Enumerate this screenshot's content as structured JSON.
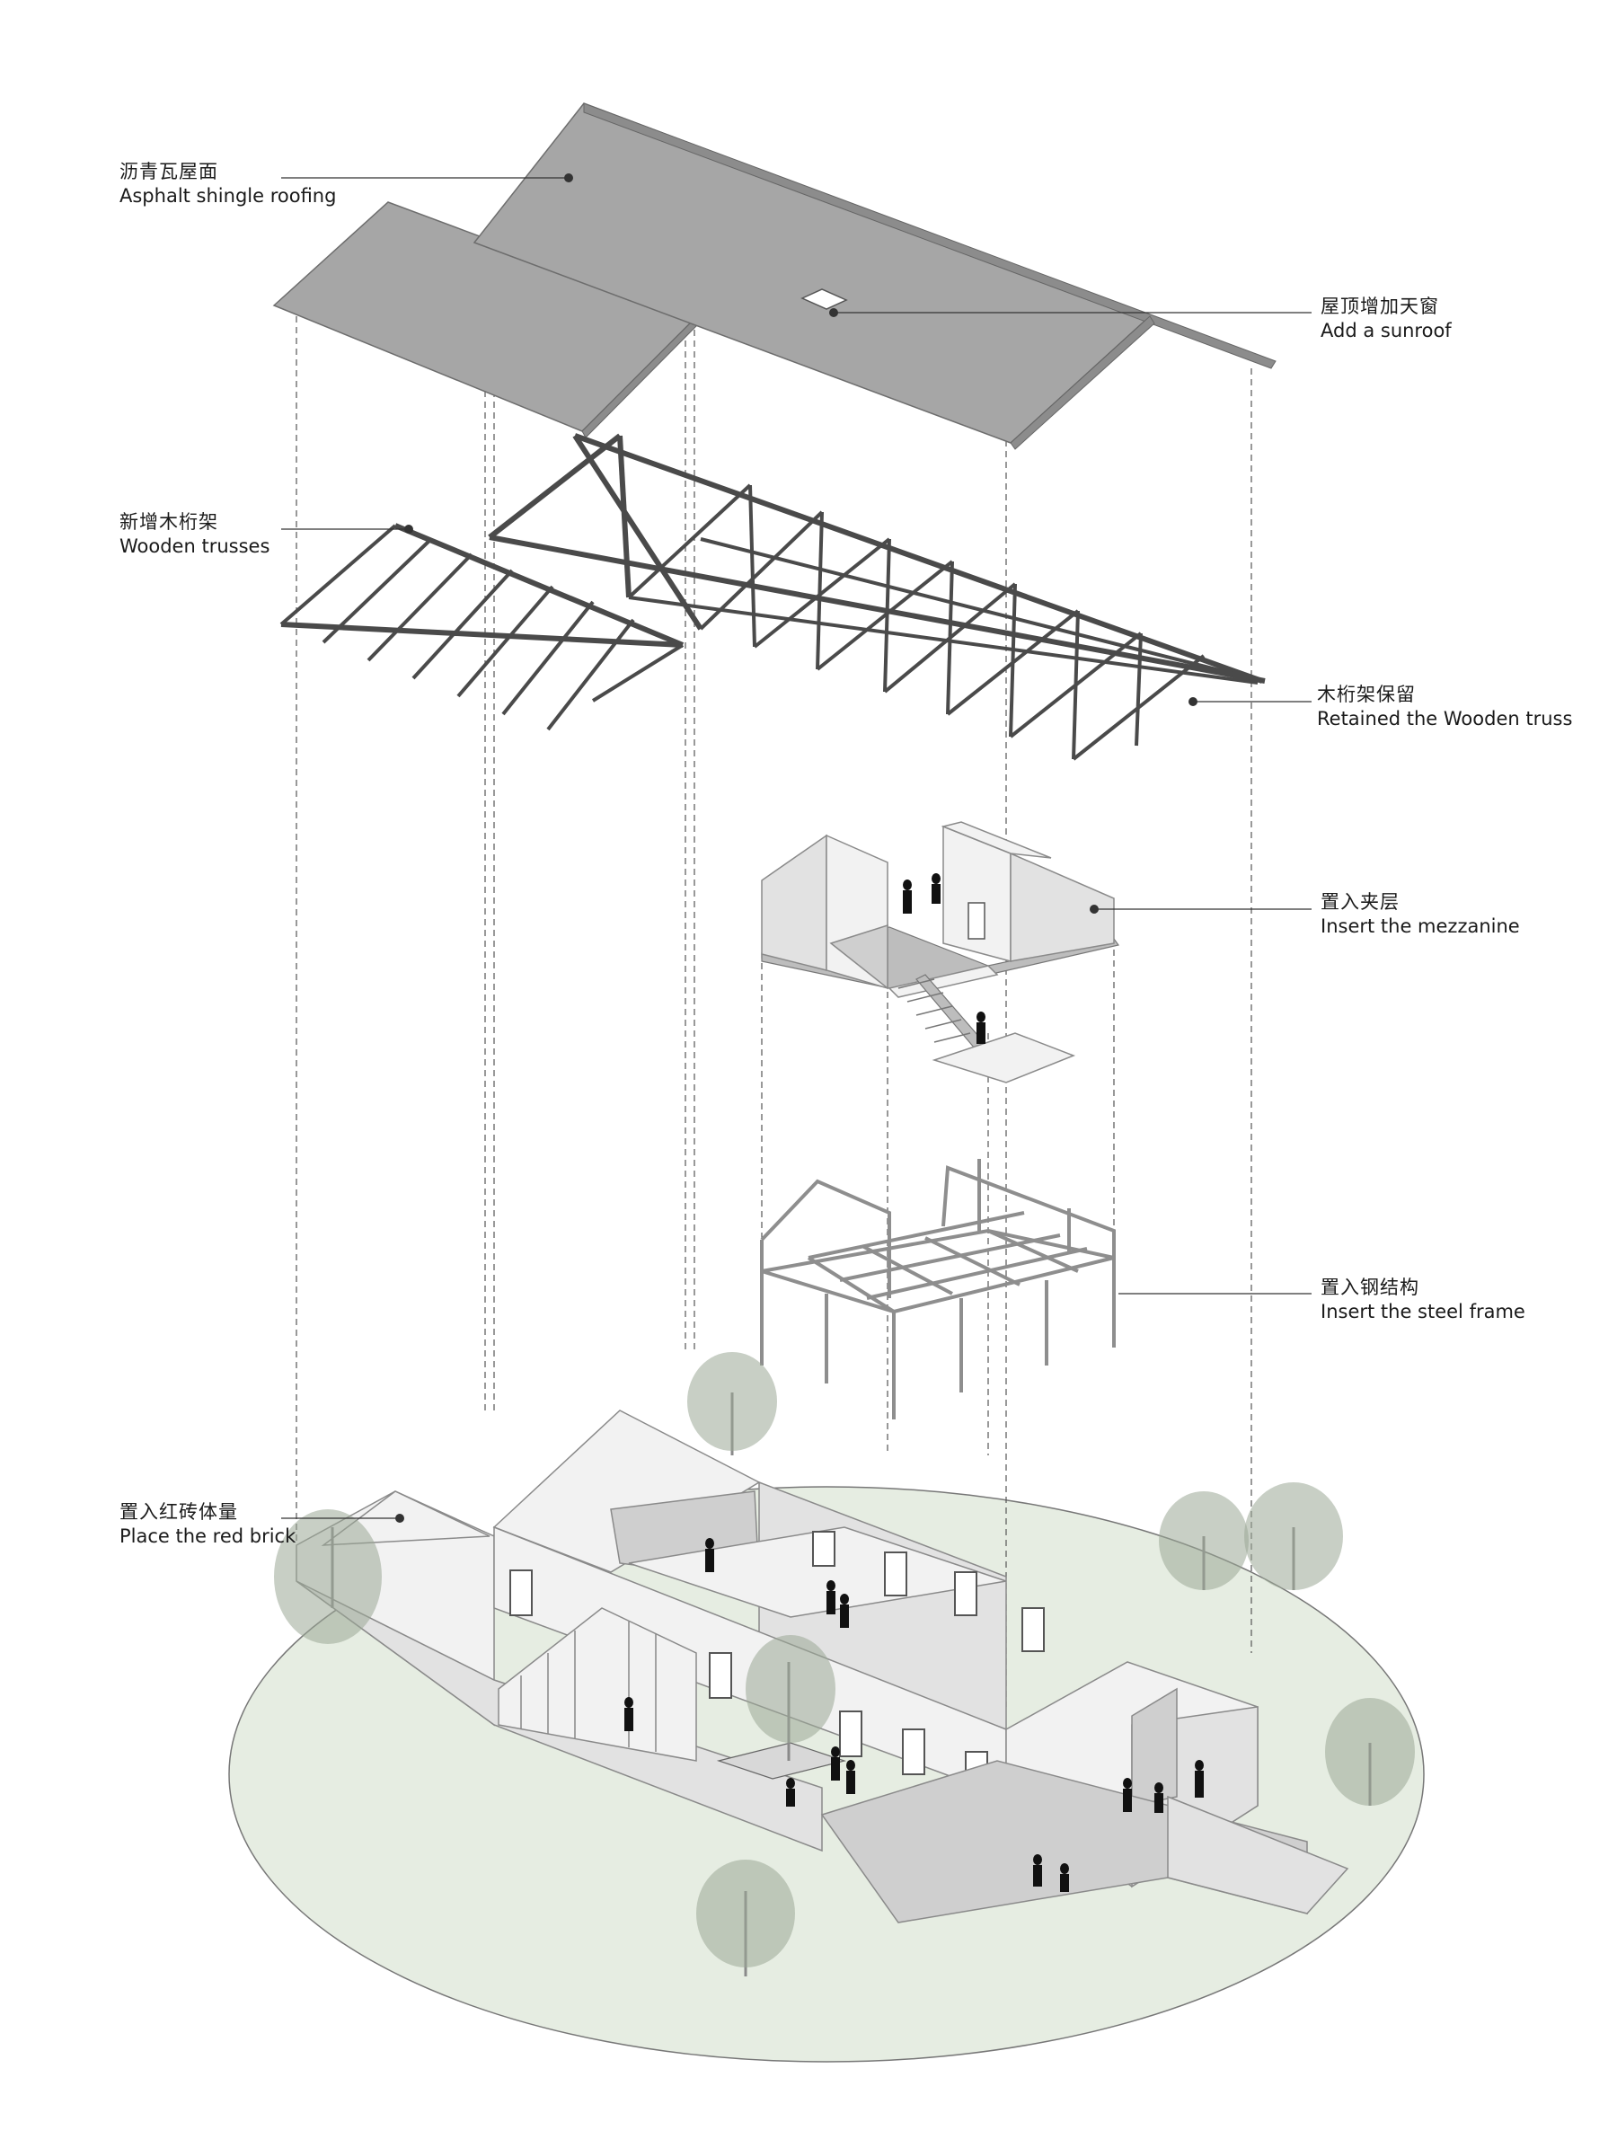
{
  "labels": [
    {
      "zh": "沥青瓦屋面",
      "en": "Asphalt shingle roofing"
    },
    {
      "zh": "屋顶增加天窗",
      "en": "Add a sunroof"
    },
    {
      "zh": "新增木桁架",
      "en": "Wooden trusses"
    },
    {
      "zh": "木桁架保留",
      "en": "Retained the Wooden truss"
    },
    {
      "zh": "置入夹层",
      "en": "Insert the mezzanine"
    },
    {
      "zh": "置入钢结构",
      "en": "Insert the steel frame"
    },
    {
      "zh": "置入红砖体量",
      "en": "Place the red brick"
    }
  ],
  "colors": {
    "roof": "#a6a6a6",
    "truss": "#4a4a4a",
    "site": "#e3ebdf",
    "tree": "#9aa796",
    "people": "#111111"
  }
}
